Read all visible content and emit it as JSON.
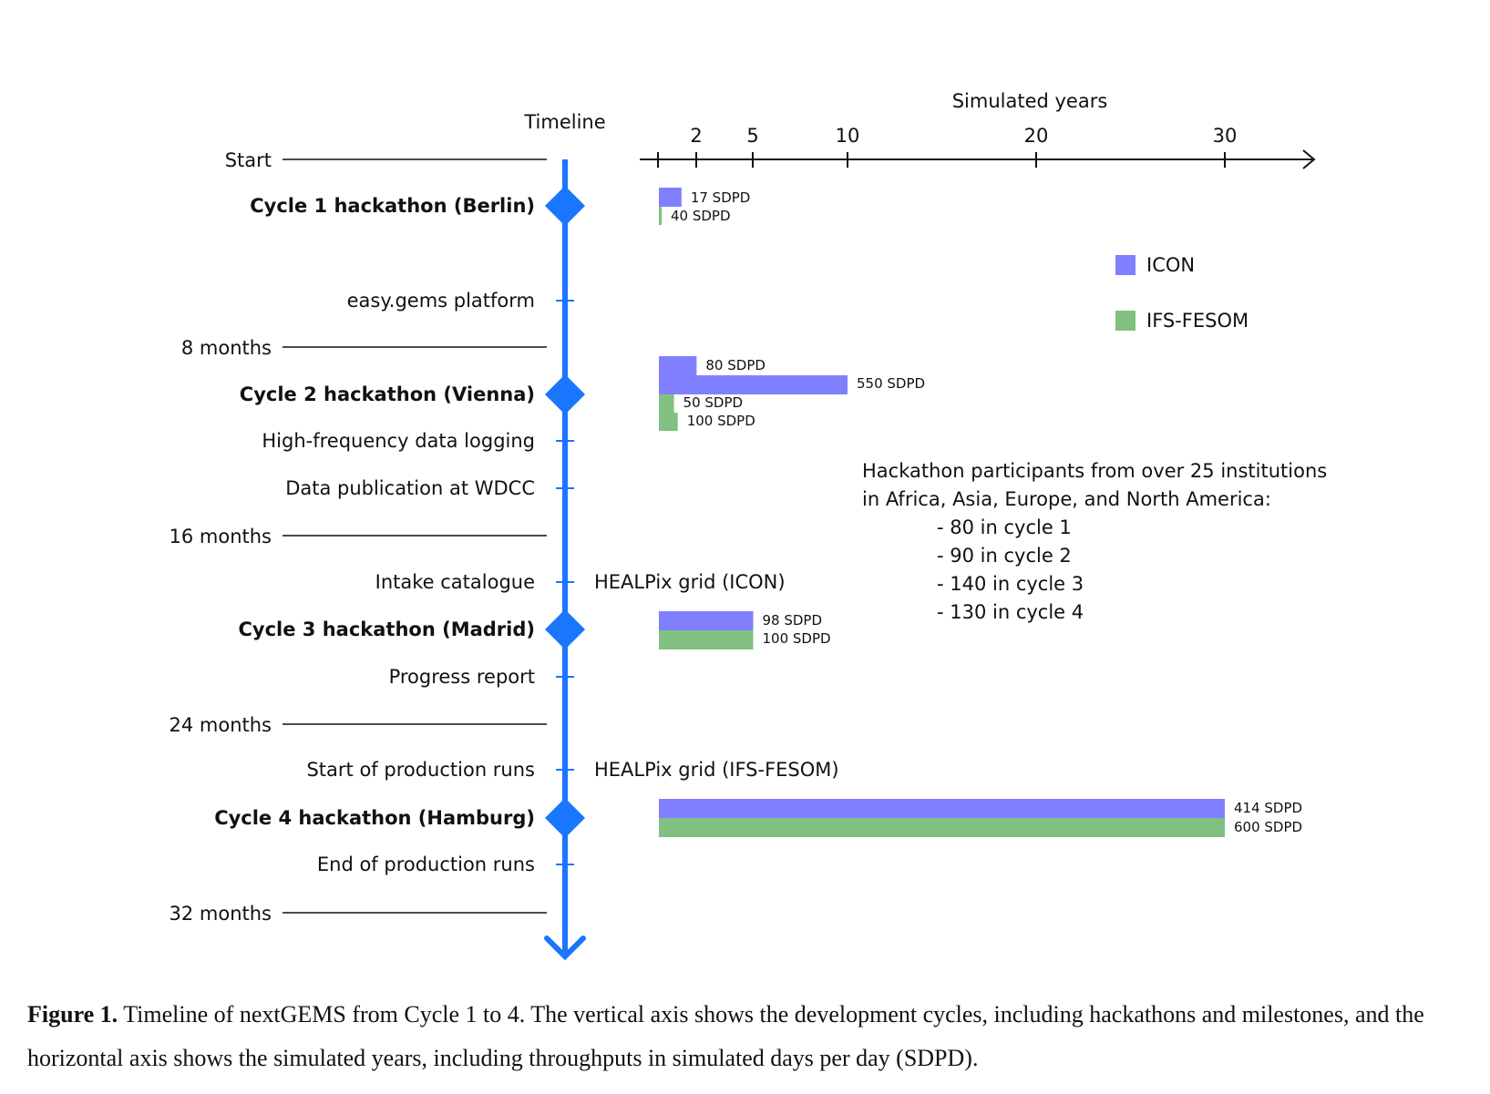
{
  "timeline_title": "Timeline",
  "simulated_years_title": "Simulated years",
  "x_ticks": [
    "2",
    "5",
    "10",
    "20",
    "30"
  ],
  "months": [
    "Start",
    "8 months",
    "16 months",
    "24 months",
    "32 months"
  ],
  "events": [
    {
      "label": "Cycle 1 hackathon (Berlin)",
      "bold": true
    },
    {
      "label": "easy.gems platform",
      "bold": false
    },
    {
      "label": "Cycle 2 hackathon (Vienna)",
      "bold": true
    },
    {
      "label": "High-frequency data logging",
      "bold": false
    },
    {
      "label": "Data publication at WDCC",
      "bold": false
    },
    {
      "label": "Intake catalogue",
      "bold": false
    },
    {
      "label": "Cycle 3 hackathon (Madrid)",
      "bold": true
    },
    {
      "label": "Progress report",
      "bold": false
    },
    {
      "label": "Start of production runs",
      "bold": false
    },
    {
      "label": "Cycle 4 hackathon (Hamburg)",
      "bold": true
    },
    {
      "label": "End of production runs",
      "bold": false
    }
  ],
  "grid_notes": [
    "HEALPix grid (ICON)",
    "HEALPix grid (IFS-FESOM)"
  ],
  "legend": {
    "icon": {
      "label": "ICON",
      "color": "#8080ff"
    },
    "ifs": {
      "label": "IFS-FESOM",
      "color": "#80c080"
    }
  },
  "axis_color": "#1a75ff",
  "chart_data": {
    "type": "bar",
    "x_axis": {
      "label": "Simulated years",
      "ticks": [
        2,
        5,
        10,
        20,
        30
      ]
    },
    "series": [
      {
        "name": "ICON",
        "cycles": [
          {
            "cycle": 1,
            "simulated_years": [
              1.2
            ],
            "labels": [
              "17 SDPD"
            ]
          },
          {
            "cycle": 2,
            "simulated_years": [
              2.0,
              10.0
            ],
            "labels": [
              "80 SDPD",
              "550 SDPD"
            ]
          },
          {
            "cycle": 3,
            "simulated_years": [
              5.0
            ],
            "labels": [
              "98 SDPD"
            ]
          },
          {
            "cycle": 4,
            "simulated_years": [
              30.0
            ],
            "labels": [
              "414 SDPD"
            ]
          }
        ]
      },
      {
        "name": "IFS-FESOM",
        "cycles": [
          {
            "cycle": 1,
            "simulated_years": [
              0.1
            ],
            "labels": [
              "40 SDPD"
            ]
          },
          {
            "cycle": 2,
            "simulated_years": [
              0.8,
              1.0
            ],
            "labels": [
              "50 SDPD",
              "100 SDPD"
            ]
          },
          {
            "cycle": 3,
            "simulated_years": [
              5.0
            ],
            "labels": [
              "100 SDPD"
            ]
          },
          {
            "cycle": 4,
            "simulated_years": [
              30.0
            ],
            "labels": [
              "600 SDPD"
            ]
          }
        ]
      }
    ]
  },
  "participants": {
    "line1": "Hackathon participants from over 25 institutions",
    "line2": "in Africa, Asia, Europe, and North America:",
    "items": [
      "- 80 in cycle 1",
      "- 90 in cycle 2",
      "- 140 in cycle 3",
      "- 130 in cycle 4"
    ]
  },
  "caption": {
    "prefix": "Figure 1.",
    "text": "Timeline of nextGEMS from Cycle 1 to 4. The vertical axis shows the development cycles, including hackathons and milestones, and the horizontal axis shows the simulated years, including throughputs in simulated days per day (SDPD)."
  }
}
